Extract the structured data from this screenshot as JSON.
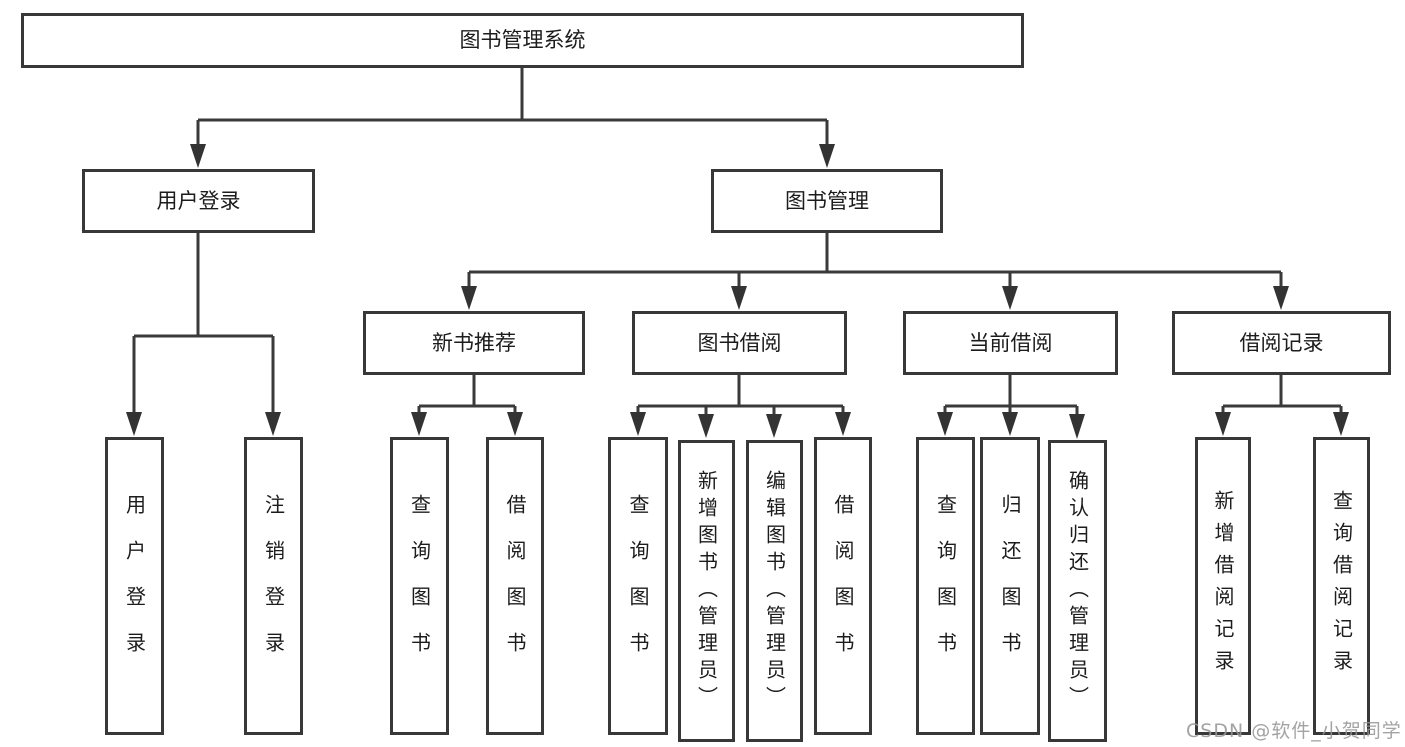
{
  "title": "图书管理系统",
  "tree": {
    "root": {
      "label": "图书管理系统"
    },
    "branches": [
      {
        "label": "用户登录",
        "children": [
          {
            "label": "用户登录"
          },
          {
            "label": "注销登录"
          }
        ]
      },
      {
        "label": "图书管理",
        "children": [
          {
            "label": "新书推荐",
            "children": [
              {
                "label": "查询图书"
              },
              {
                "label": "借阅图书"
              }
            ]
          },
          {
            "label": "图书借阅",
            "children": [
              {
                "label": "查询图书"
              },
              {
                "label": "新增图书（管理员）"
              },
              {
                "label": "编辑图书（管理员）"
              },
              {
                "label": "借阅图书"
              }
            ]
          },
          {
            "label": "当前借阅",
            "children": [
              {
                "label": "查询图书"
              },
              {
                "label": "归还图书"
              },
              {
                "label": "确认归还（管理员）"
              }
            ]
          },
          {
            "label": "借阅记录",
            "children": [
              {
                "label": "新增借阅记录"
              },
              {
                "label": "查询借阅记录"
              }
            ]
          }
        ]
      }
    ]
  },
  "watermark": {
    "text": "CSDN @软件_小贺同学"
  },
  "colors": {
    "line": "#3a3a3a",
    "border": "#383838",
    "text": "#1c1c1c",
    "watermark": "#969696",
    "background": "#ffffff"
  }
}
